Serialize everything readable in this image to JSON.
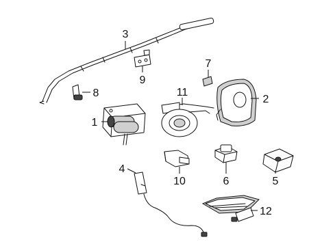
{
  "callouts": [
    {
      "id": "1",
      "text": "1"
    },
    {
      "id": "2",
      "text": "2"
    },
    {
      "id": "3",
      "text": "3"
    },
    {
      "id": "4",
      "text": "4"
    },
    {
      "id": "5",
      "text": "5"
    },
    {
      "id": "6",
      "text": "6"
    },
    {
      "id": "7",
      "text": "7"
    },
    {
      "id": "8",
      "text": "8"
    },
    {
      "id": "9",
      "text": "9"
    },
    {
      "id": "10",
      "text": "10"
    },
    {
      "id": "11",
      "text": "11"
    },
    {
      "id": "12",
      "text": "12"
    }
  ]
}
